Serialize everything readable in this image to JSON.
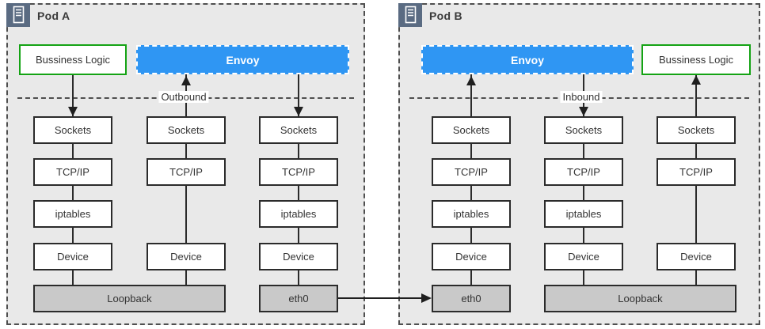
{
  "pod_a": {
    "title": "Pod A",
    "business_logic": "Bussiness Logic",
    "envoy": "Envoy",
    "boundary": "Outbound",
    "col1": [
      "Sockets",
      "TCP/IP",
      "iptables",
      "Device"
    ],
    "col2": [
      "Sockets",
      "TCP/IP",
      "Device"
    ],
    "col3": [
      "Sockets",
      "TCP/IP",
      "iptables",
      "Device"
    ],
    "loopback": "Loopback",
    "eth0": "eth0"
  },
  "pod_b": {
    "title": "Pod B",
    "envoy": "Envoy",
    "business_logic": "Bussiness Logic",
    "boundary": "Inbound",
    "col1": [
      "Sockets",
      "TCP/IP",
      "iptables",
      "Device"
    ],
    "col2": [
      "Sockets",
      "TCP/IP",
      "iptables",
      "Device"
    ],
    "col3": [
      "Sockets",
      "TCP/IP",
      "Device"
    ],
    "loopback": "Loopback",
    "eth0": "eth0"
  },
  "colors": {
    "envoy_blue": "#2f96f3",
    "business_logic_border": "#14a314",
    "pod_background": "#e9e9e9",
    "base_gray": "#c9c9c9",
    "icon_background": "#5a6b82"
  }
}
